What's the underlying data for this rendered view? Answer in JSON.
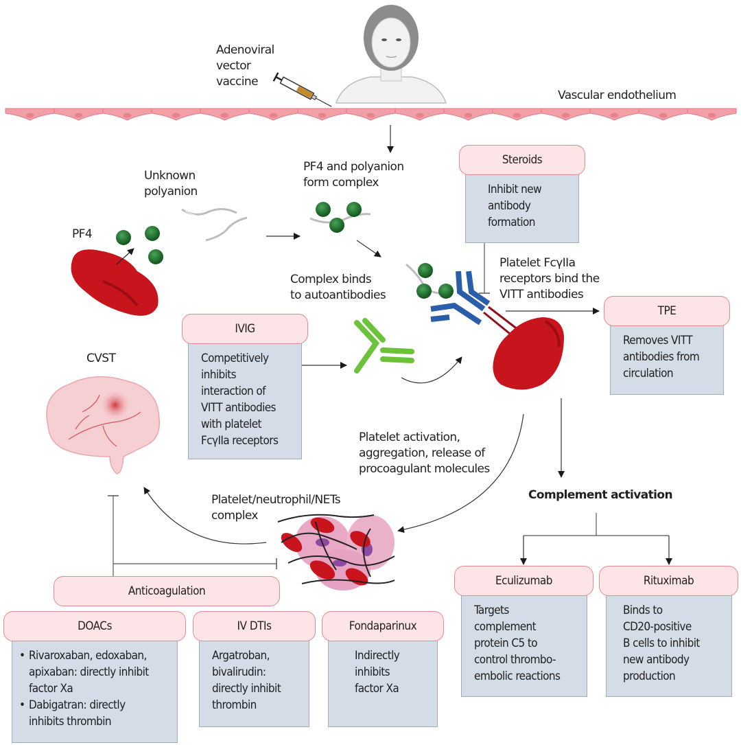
{
  "labels": {
    "vaccine": "Adenoviral\nvector\nvaccine",
    "endothelium": "Vascular endothelium",
    "polyanion": "Unknown\npolyanion",
    "pf4_complex": "PF4 and polyanion\nform complex",
    "pf4": "PF4",
    "complex_binds": "Complex binds\nto autoantibodies",
    "fc_receptors": "Platelet FcγIIa\nreceptors bind the\nVITT antibodies",
    "cvst": "CVST",
    "platelet_activation": "Platelet activation,\naggregation, release of\nprocoagulant molecules",
    "nets_complex": "Platelet/neutrophil/NETs\ncomplex",
    "complement": "Complement activation"
  },
  "treatments": {
    "steroids": {
      "title": "Steroids",
      "desc": "Inhibit new\nantibody\nformation"
    },
    "tpe": {
      "title": "TPE",
      "desc": "Removes VITT\nantibodies from\ncirculation"
    },
    "ivig": {
      "title": "IVIG",
      "desc": "Competitively\ninhibits\ninteraction of\nVITT antibodies\nwith platelet\nFcγIIa receptors"
    },
    "anticoagulation": {
      "title": "Anticoagulation"
    },
    "doacs": {
      "title": "DOACs",
      "bullets": [
        "Rivaroxaban, edoxaban,\napixaban: directly inhibit\nfactor Xa",
        "Dabigatran: directly\ninhibits thrombin"
      ]
    },
    "iv_dtis": {
      "title": "IV DTIs",
      "desc": "Argatroban,\nbivalirudin:\ndirectly inhibit\nthrombin"
    },
    "fondaparinux": {
      "title": "Fondaparinux",
      "desc": "Indirectly\ninhibits\nfactor Xa"
    },
    "eculizumab": {
      "title": "Eculizumab",
      "desc": "Targets\ncomplement\nprotein C5 to\ncontrol thrombo-\nembolic reactions"
    },
    "rituximab": {
      "title": "Rituximab",
      "desc": "Binds to\nCD20-positive\nB cells to inhibit\nnew antibody\nproduction"
    }
  },
  "colors": {
    "header_fill": "#fde4e6",
    "header_border": "#e3898f",
    "box_fill": "#d3dce7",
    "platelet_red": "#c8141c",
    "pf4_green": "#1e7a2e",
    "antibody_blue": "#2a5ea8",
    "ivig_green": "#6cc23a"
  }
}
